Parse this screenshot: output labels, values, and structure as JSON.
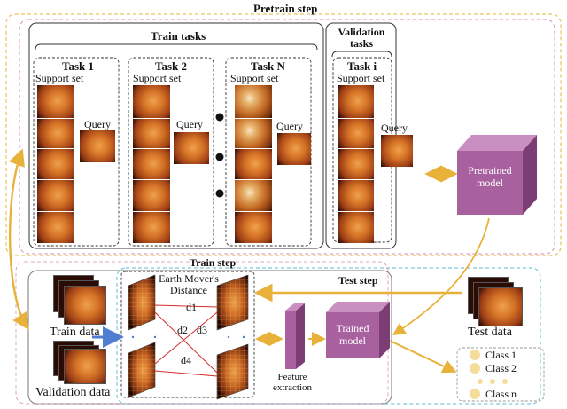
{
  "pretrain": {
    "title": "Pretrain step",
    "train_tasks_label": "Train tasks",
    "validation_tasks_label": "Validation tasks",
    "tasks": [
      {
        "name": "Task 1",
        "support": "Support set",
        "query": "Query"
      },
      {
        "name": "Task 2",
        "support": "Support set",
        "query": "Query"
      },
      {
        "name": "Task N",
        "support": "Support set",
        "query": "Query"
      }
    ],
    "val_task": {
      "name": "Task i",
      "support": "Support set",
      "query": "Query"
    },
    "model_label": "Pretrained model"
  },
  "train": {
    "title": "Train step",
    "train_data": "Train data",
    "validation_data": "Validation data",
    "emd_label": "Earth Mover's Distance",
    "distances": [
      "d1",
      "d2",
      "d3",
      "d4"
    ],
    "feature_label": "Feature extraction"
  },
  "test": {
    "title": "Test step",
    "model_label": "Trained model",
    "test_data": "Test data",
    "classes": [
      "Class 1",
      "Class 2",
      "Class n"
    ]
  },
  "colors": {
    "cube_front": "#a8609e",
    "cube_top": "#c88fc0",
    "cube_side": "#7c3d74",
    "arrow_gold": "#e8b23a",
    "arrow_blue": "#4f7ed0",
    "dist_line": "#d62b2b"
  }
}
